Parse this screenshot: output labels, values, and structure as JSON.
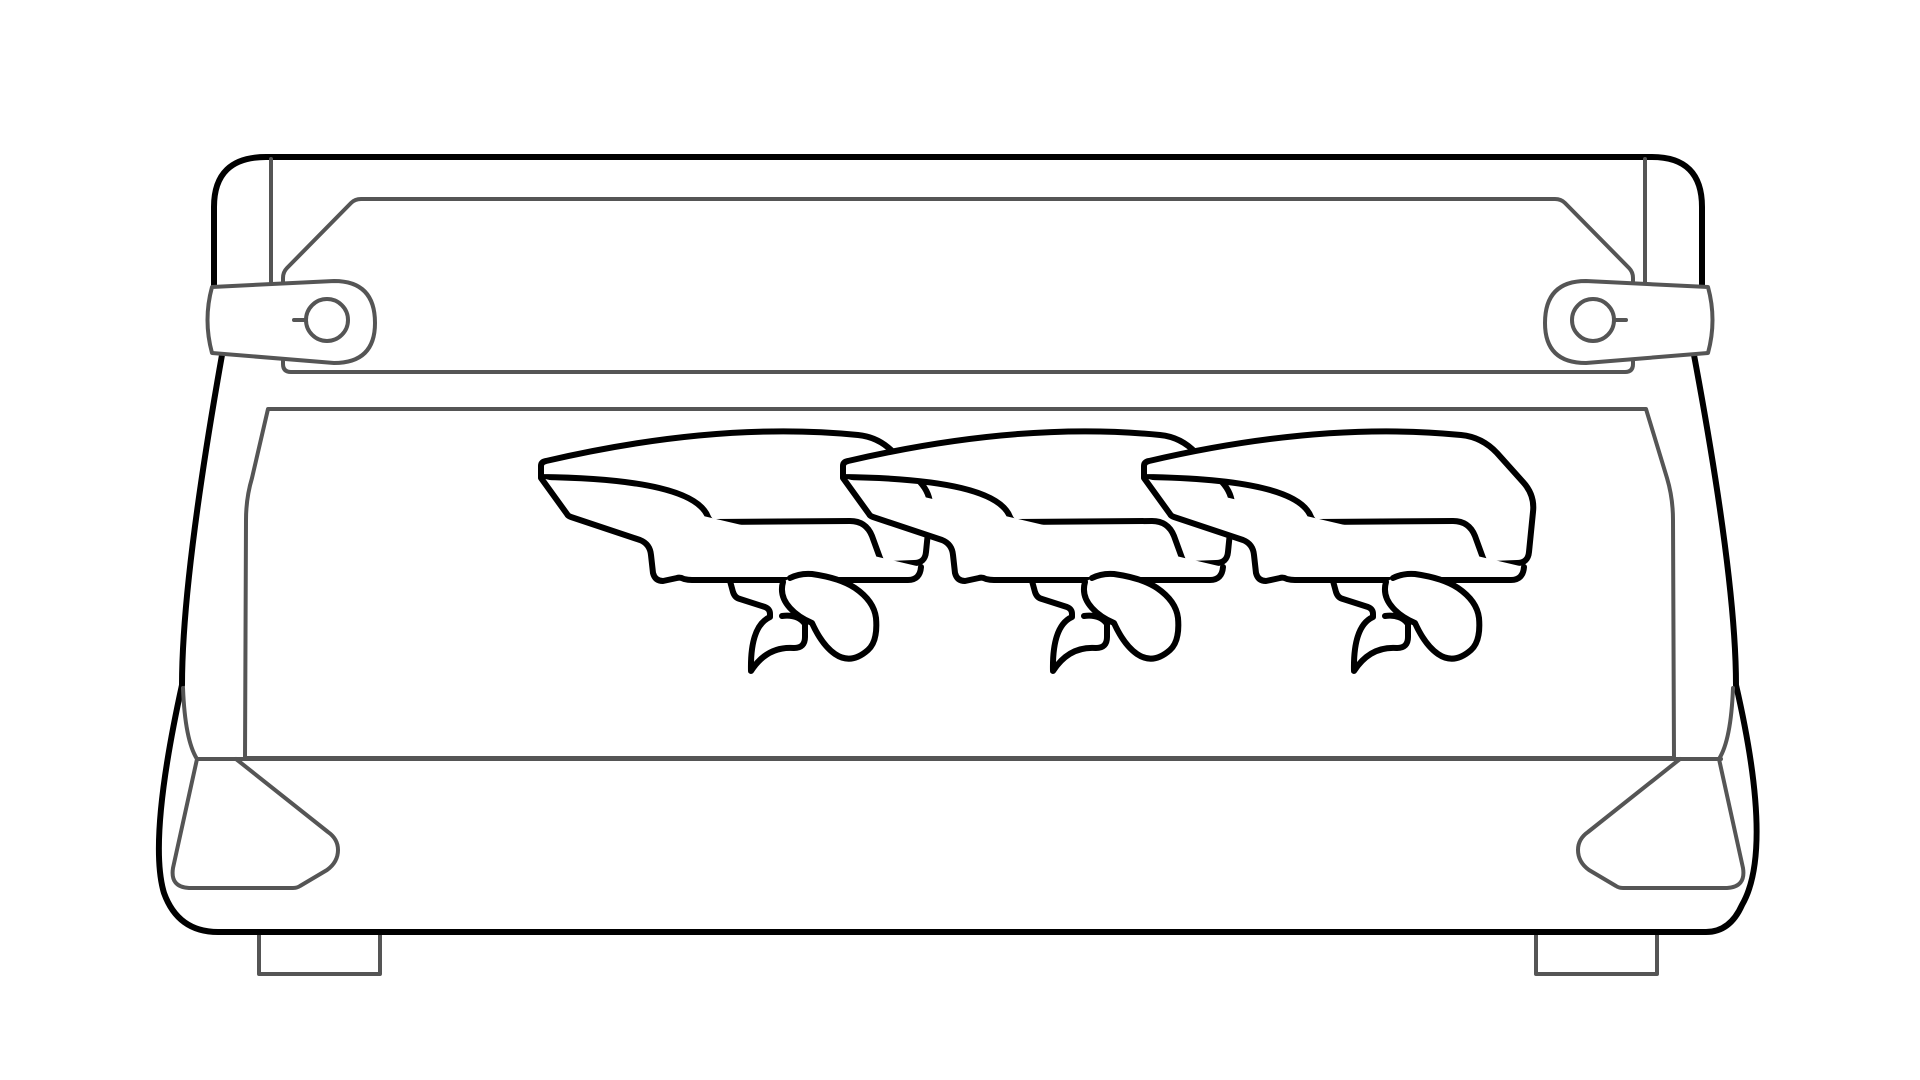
{
  "drawing": {
    "subject": "espresso-machine",
    "view": "front",
    "group_head_count": 3,
    "colors": {
      "background": "#ffffff",
      "outline": "#000000",
      "detail": "#555555"
    }
  }
}
